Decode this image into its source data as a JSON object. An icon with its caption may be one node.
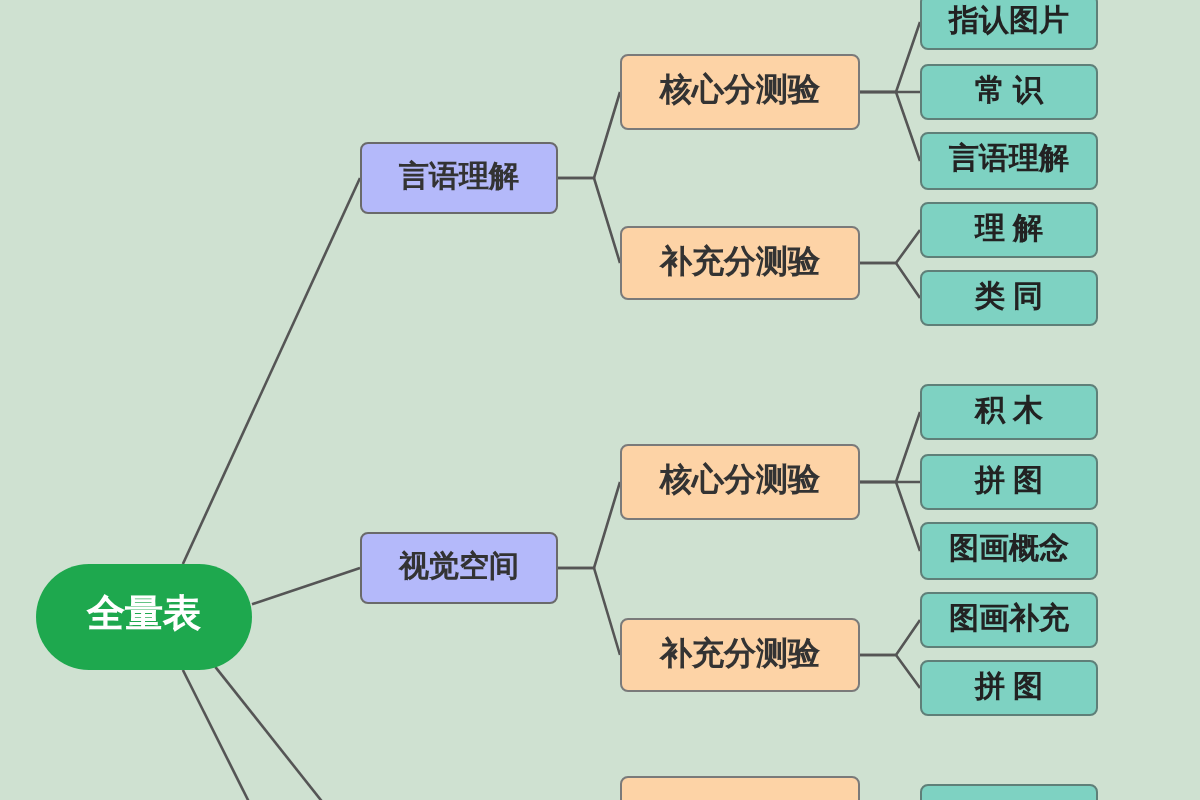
{
  "diagram": {
    "nodes": [
      {
        "text": [
          "全量表"
        ]
      },
      {
        "text": [
          "言语理解"
        ]
      },
      {
        "text": [
          "核心分测验"
        ]
      },
      {
        "text": [
          "指认图片"
        ]
      },
      {
        "text": [
          "常 识"
        ]
      },
      {
        "text": [
          "言语理解"
        ]
      },
      {
        "text": [
          "补充分测验"
        ]
      },
      {
        "text": [
          "理 解"
        ]
      },
      {
        "text": [
          "类 同"
        ]
      },
      {
        "text": [
          "视觉空间"
        ]
      },
      {
        "text": [
          "核心分测验"
        ]
      },
      {
        "text": [
          "积 木"
        ]
      },
      {
        "text": [
          "拼 图"
        ]
      },
      {
        "text": [
          "图画概念"
        ]
      },
      {
        "text": [
          "补充分测验"
        ]
      },
      {
        "text": [
          "图画补充"
        ]
      },
      {
        "text": [
          "拼 图"
        ]
      },
      {
        "text": [],
        "shape": "box"
      },
      {
        "text": [],
        "shape": "box"
      }
    ],
    "edges": [
      {
        "from": 0,
        "to": 1,
        "arrow": "none"
      },
      {
        "from": 1,
        "to": 2,
        "arrow": "none"
      },
      {
        "from": 2,
        "to": 3,
        "arrow": "none"
      },
      {
        "from": 2,
        "to": 4,
        "arrow": "none"
      },
      {
        "from": 2,
        "to": 5,
        "arrow": "none"
      },
      {
        "from": 1,
        "to": 6,
        "arrow": "none"
      },
      {
        "from": 6,
        "to": 7,
        "arrow": "none"
      },
      {
        "from": 6,
        "to": 8,
        "arrow": "none"
      },
      {
        "from": 0,
        "to": 9,
        "arrow": "none"
      },
      {
        "from": 9,
        "to": 10,
        "arrow": "none"
      },
      {
        "from": 10,
        "to": 11,
        "arrow": "none"
      },
      {
        "from": 10,
        "to": 12,
        "arrow": "none"
      },
      {
        "from": 10,
        "to": 13,
        "arrow": "none"
      },
      {
        "from": 9,
        "to": 14,
        "arrow": "none"
      },
      {
        "from": 14,
        "to": 15,
        "arrow": "none"
      },
      {
        "from": 14,
        "to": 16,
        "arrow": "none"
      },
      {
        "from": 0,
        "to": null,
        "arrow": "none"
      },
      {
        "from": 0,
        "to": null,
        "arrow": "none"
      }
    ]
  }
}
